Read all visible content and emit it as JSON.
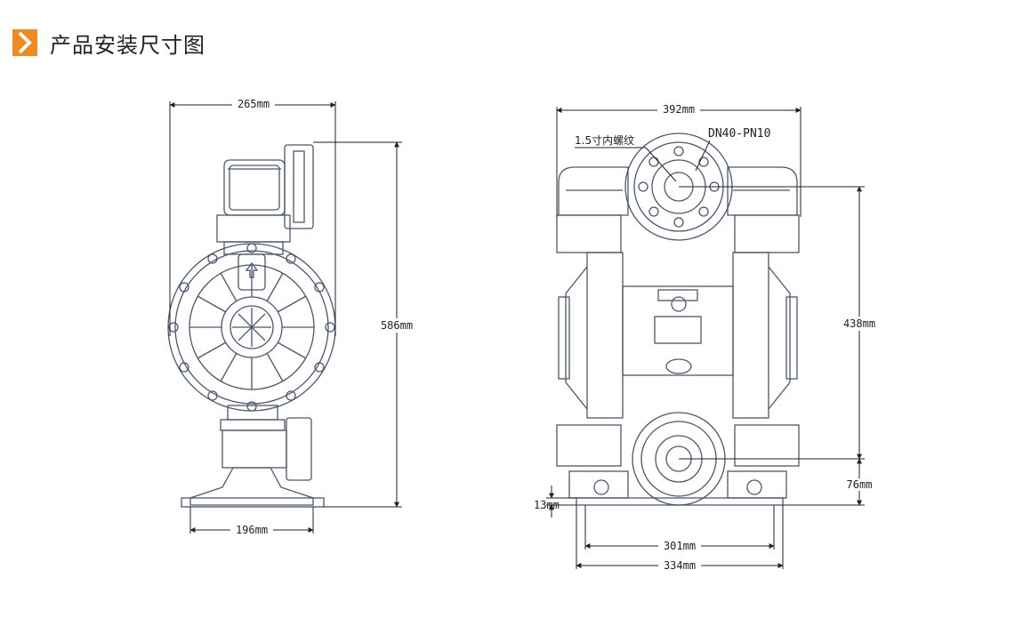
{
  "header": {
    "title": "产品安装尺寸图",
    "accent_color": "#f08a1c",
    "icon": "chevron-right-icon"
  },
  "drawing_color": "#4a5670",
  "side_view": {
    "dims": {
      "width_top": "265mm",
      "height": "586mm",
      "base_width": "196mm"
    }
  },
  "front_view": {
    "dims": {
      "width_top": "392mm",
      "height_ports": "438mm",
      "outlet_height": "76mm",
      "base_height": "13mm",
      "base_inner": "301mm",
      "base_outer": "334mm"
    },
    "labels": {
      "thread": "1.5寸内螺纹",
      "flange": "DN40-PN10"
    }
  }
}
